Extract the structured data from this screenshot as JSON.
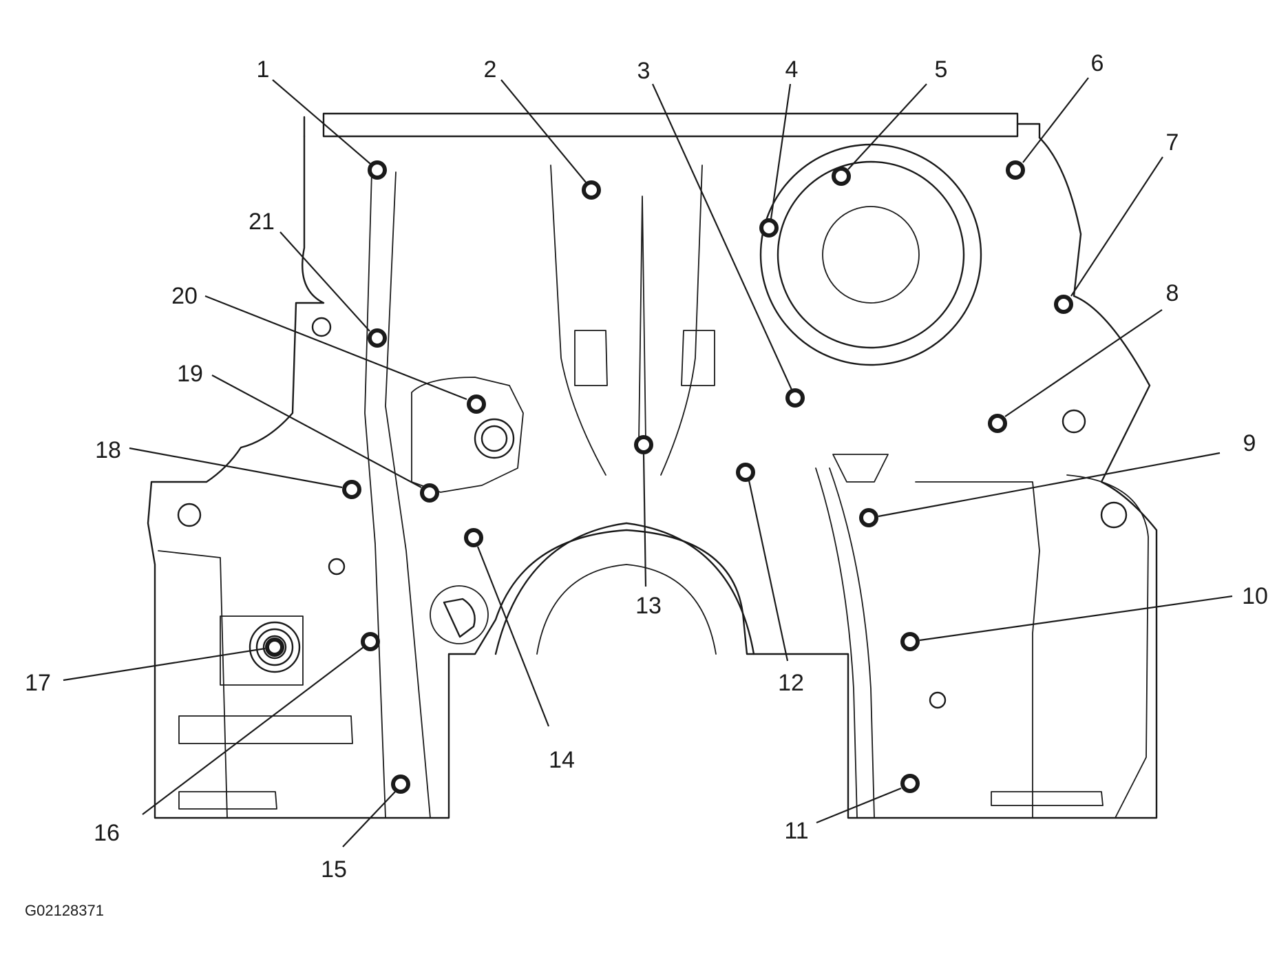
{
  "figure": {
    "code": "G02128371"
  },
  "callouts": [
    {
      "id": "1",
      "label": "1"
    },
    {
      "id": "2",
      "label": "2"
    },
    {
      "id": "3",
      "label": "3"
    },
    {
      "id": "4",
      "label": "4"
    },
    {
      "id": "5",
      "label": "5"
    },
    {
      "id": "6",
      "label": "6"
    },
    {
      "id": "7",
      "label": "7"
    },
    {
      "id": "8",
      "label": "8"
    },
    {
      "id": "9",
      "label": "9"
    },
    {
      "id": "10",
      "label": "10"
    },
    {
      "id": "11",
      "label": "11"
    },
    {
      "id": "12",
      "label": "12"
    },
    {
      "id": "13",
      "label": "13"
    },
    {
      "id": "14",
      "label": "14"
    },
    {
      "id": "15",
      "label": "15"
    },
    {
      "id": "16",
      "label": "16"
    },
    {
      "id": "17",
      "label": "17"
    },
    {
      "id": "18",
      "label": "18"
    },
    {
      "id": "19",
      "label": "19"
    },
    {
      "id": "20",
      "label": "20"
    },
    {
      "id": "21",
      "label": "21"
    }
  ]
}
